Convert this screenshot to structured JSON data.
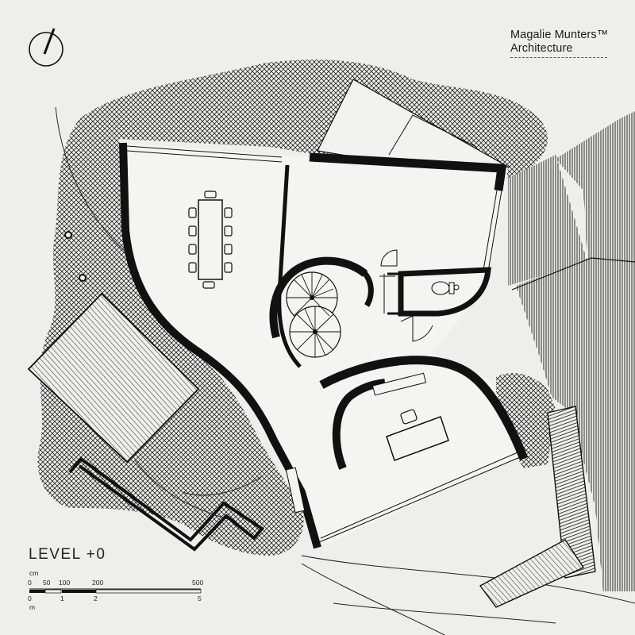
{
  "firm": {
    "line1": "Magalie Munters™",
    "line2": "Architecture"
  },
  "level_label": "LEVEL +0",
  "scale_bar": {
    "top_unit": "cm",
    "top_ticks": [
      "0",
      "50",
      "100",
      "200",
      "500"
    ],
    "bottom_unit": "m",
    "bottom_ticks": [
      "0",
      "1",
      "2",
      "5"
    ]
  },
  "north_arrow": {
    "icon": "north-arrow-icon"
  }
}
